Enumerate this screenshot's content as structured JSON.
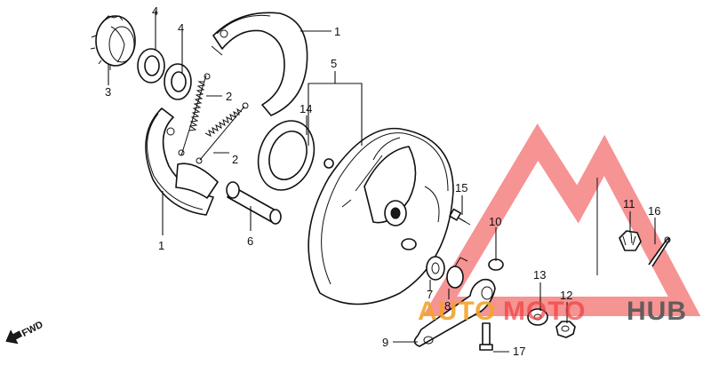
{
  "diagram": {
    "callouts": [
      {
        "id": "c1a",
        "text": "1"
      },
      {
        "id": "c1b",
        "text": "1"
      },
      {
        "id": "c2a",
        "text": "2"
      },
      {
        "id": "c2b",
        "text": "2"
      },
      {
        "id": "c3",
        "text": "3"
      },
      {
        "id": "c4a",
        "text": "4"
      },
      {
        "id": "c4b",
        "text": "4"
      },
      {
        "id": "c5",
        "text": "5"
      },
      {
        "id": "c6",
        "text": "6"
      },
      {
        "id": "c7",
        "text": "7"
      },
      {
        "id": "c8",
        "text": "8"
      },
      {
        "id": "c9",
        "text": "9"
      },
      {
        "id": "c10",
        "text": "10"
      },
      {
        "id": "c11",
        "text": "11"
      },
      {
        "id": "c12",
        "text": "12"
      },
      {
        "id": "c13",
        "text": "13"
      },
      {
        "id": "c14",
        "text": "14"
      },
      {
        "id": "c15",
        "text": "15"
      },
      {
        "id": "c16",
        "text": "16"
      },
      {
        "id": "c17",
        "text": "17"
      }
    ],
    "direction_label": "FWD"
  },
  "watermark": {
    "part1": "AUTO",
    "part2": "MOTO",
    "part3": "HUB",
    "colors": {
      "orange": "#f2a42c",
      "red": "#ef3b3b",
      "gray": "#555555"
    }
  }
}
